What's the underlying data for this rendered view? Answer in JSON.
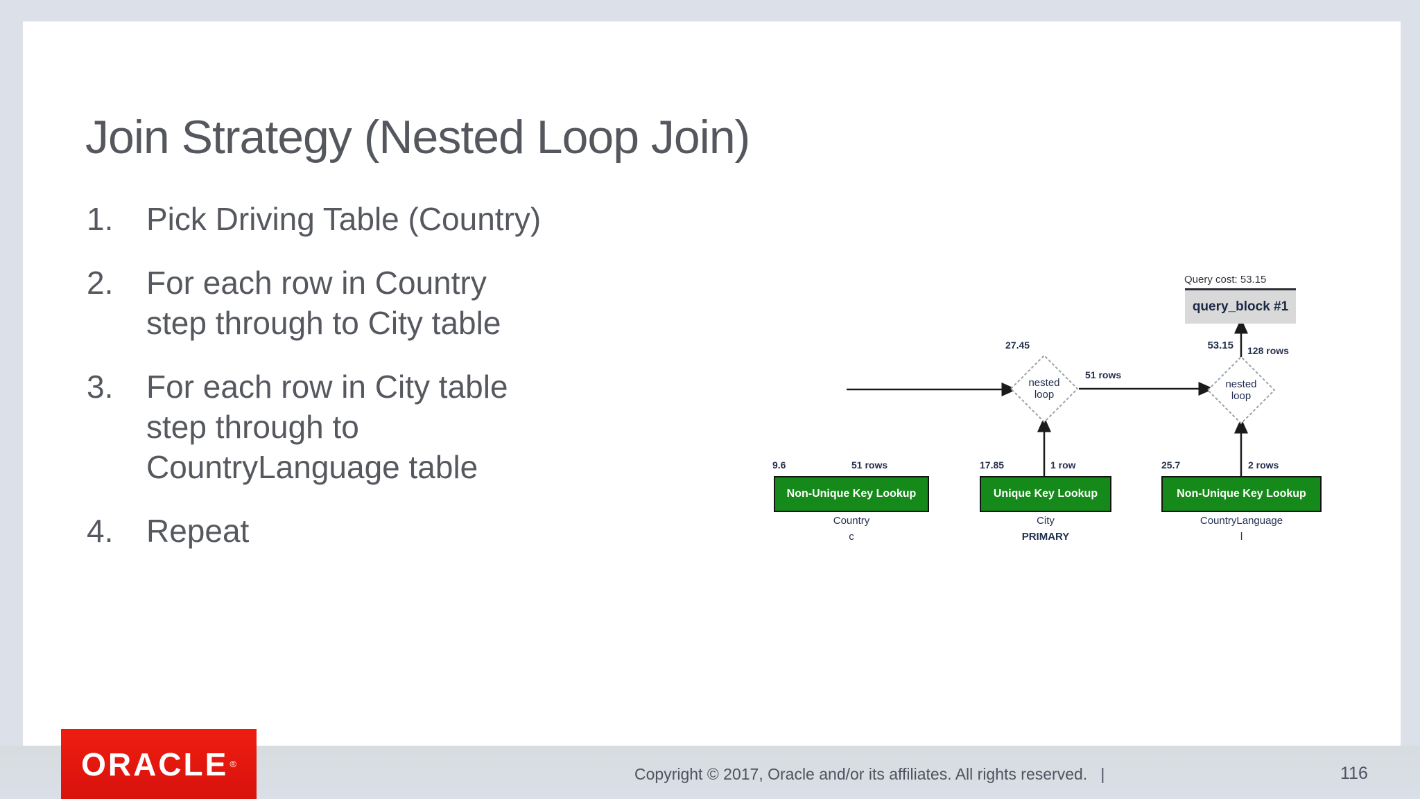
{
  "slide": {
    "title": "Join Strategy (Nested Loop Join)",
    "list": {
      "items": [
        {
          "num": "1.",
          "text": "Pick Driving Table (Country)"
        },
        {
          "num": "2.",
          "text": "For each row in Country\nstep through to City table"
        },
        {
          "num": "3.",
          "text": "For each row in City table\nstep through to\nCountryLanguage table"
        },
        {
          "num": "4.",
          "text": "Repeat"
        }
      ]
    }
  },
  "diagram": {
    "query_cost_label": "Query cost: 53.15",
    "query_block_label": "query_block #1",
    "result_arrow": {
      "cost": "53.15",
      "rows": "128 rows"
    },
    "left_diamond": {
      "label": "nested\nloop",
      "cost": "27.45"
    },
    "right_diamond": {
      "label": "nested\nloop"
    },
    "join_arrow_rows": "51 rows",
    "tables": [
      {
        "cost": "9.6",
        "rows": "51 rows",
        "lookup": "Non-Unique Key Lookup",
        "table": "Country",
        "key": "c"
      },
      {
        "cost": "17.85",
        "rows": "1 row",
        "lookup": "Unique Key Lookup",
        "table": "City",
        "key": "PRIMARY"
      },
      {
        "cost": "25.7",
        "rows": "2 rows",
        "lookup": "Non-Unique Key Lookup",
        "table": "CountryLanguage",
        "key": "l"
      }
    ],
    "colors": {
      "lookup_green": "#15891a",
      "query_block_gray": "#d9d9d9",
      "oracle_red": "#e51a12"
    }
  },
  "footer": {
    "logo_text": "ORACLE",
    "logo_reg": "®",
    "copyright": "Copyright © 2017, Oracle and/or its affiliates. All rights reserved.   |",
    "page_number": "116"
  }
}
